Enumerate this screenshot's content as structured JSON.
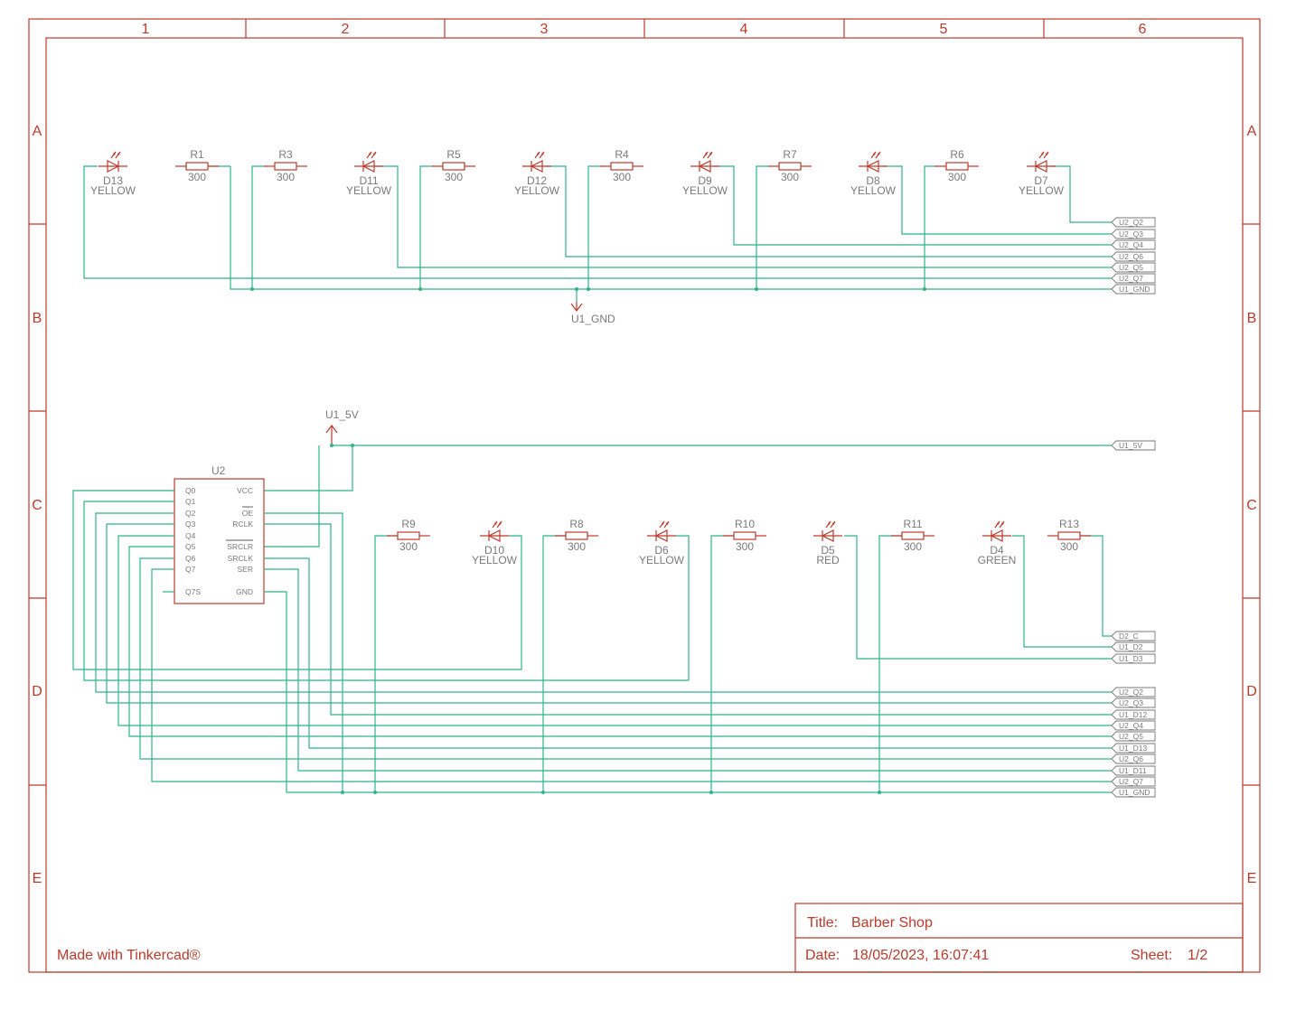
{
  "sheet": {
    "columns": [
      "1",
      "2",
      "3",
      "4",
      "5",
      "6"
    ],
    "rows": [
      "A",
      "B",
      "C",
      "D",
      "E"
    ],
    "title_label": "Title:",
    "title": "Barber Shop",
    "date_label": "Date:",
    "date": "18/05/2023, 16:07:41",
    "sheet_label": "Sheet:",
    "sheet_value": "1/2",
    "credit": "Made with Tinkercad®"
  },
  "colors": {
    "frame": "#c0392b",
    "wire": "#2fb38a",
    "text": "#7a7a7a"
  },
  "top_row": {
    "stages": [
      {
        "resistor": "R1",
        "resistor_value": "300",
        "led": "D13",
        "led_color": "YELLOW"
      },
      {
        "resistor": "R3",
        "resistor_value": "300",
        "led": "D11",
        "led_color": "YELLOW"
      },
      {
        "resistor": "R5",
        "resistor_value": "300",
        "led": "D12",
        "led_color": "YELLOW"
      },
      {
        "resistor": "R4",
        "resistor_value": "300",
        "led": "D9",
        "led_color": "YELLOW"
      },
      {
        "resistor": "R7",
        "resistor_value": "300",
        "led": "D8",
        "led_color": "YELLOW"
      },
      {
        "resistor": "R6",
        "resistor_value": "300",
        "led": "D7",
        "led_color": "YELLOW"
      }
    ],
    "ports": [
      "U2_Q2",
      "U2_Q3",
      "U2_Q4",
      "U2_Q6",
      "U2_Q5",
      "U2_Q7",
      "U1_GND"
    ],
    "gnd_symbol": "U1_GND"
  },
  "supply": {
    "symbol": "U1_5V",
    "port": "U1_5V"
  },
  "chip": {
    "name": "U2",
    "left_pins": [
      "Q0",
      "Q1",
      "Q2",
      "Q3",
      "Q4",
      "Q5",
      "Q6",
      "Q7",
      "Q7S"
    ],
    "right_pins": [
      "VCC",
      "OE",
      "RCLK",
      "SRCLR",
      "SRCLK",
      "SER",
      "GND"
    ]
  },
  "bottom_row": {
    "stages": [
      {
        "resistor": "R9",
        "resistor_value": "300",
        "led": "D10",
        "led_color": "YELLOW"
      },
      {
        "resistor": "R8",
        "resistor_value": "300",
        "led": "D6",
        "led_color": "YELLOW"
      },
      {
        "resistor": "R10",
        "resistor_value": "300",
        "led": "D5",
        "led_color": "RED"
      },
      {
        "resistor": "R11",
        "resistor_value": "300",
        "led": "D4",
        "led_color": "GREEN"
      },
      {
        "resistor": "R13",
        "resistor_value": "300",
        "led": "",
        "led_color": ""
      }
    ],
    "ports": [
      "D2_C",
      "U1_D2",
      "U1_D3",
      "U2_Q2",
      "U2_Q3",
      "U1_D12",
      "U2_Q4",
      "U2_Q5",
      "U1_D13",
      "U2_Q6",
      "U1_D11",
      "U2_Q7",
      "U1_GND"
    ]
  }
}
